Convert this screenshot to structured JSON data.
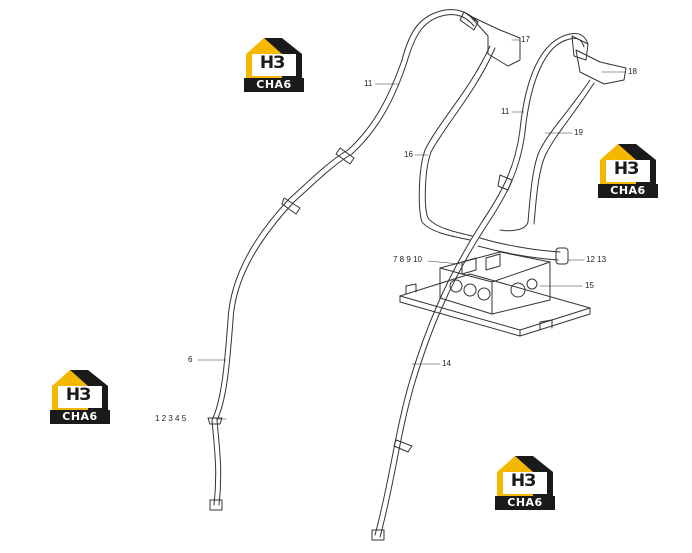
{
  "callouts": {
    "c11a": "11",
    "c17": "17",
    "c18": "18",
    "c11b": "11",
    "c19": "19",
    "c16": "16",
    "c78910": "7 8 9 10",
    "c1213": "12 13",
    "c15": "15",
    "c14": "14",
    "c6": "6",
    "c12345": "1 2 3 4 5"
  },
  "logo": {
    "letters": "НЗ",
    "word": "CHA6",
    "accent_color": "#f5b800",
    "dark_color": "#1a1a1a"
  },
  "line_color": "#333333"
}
